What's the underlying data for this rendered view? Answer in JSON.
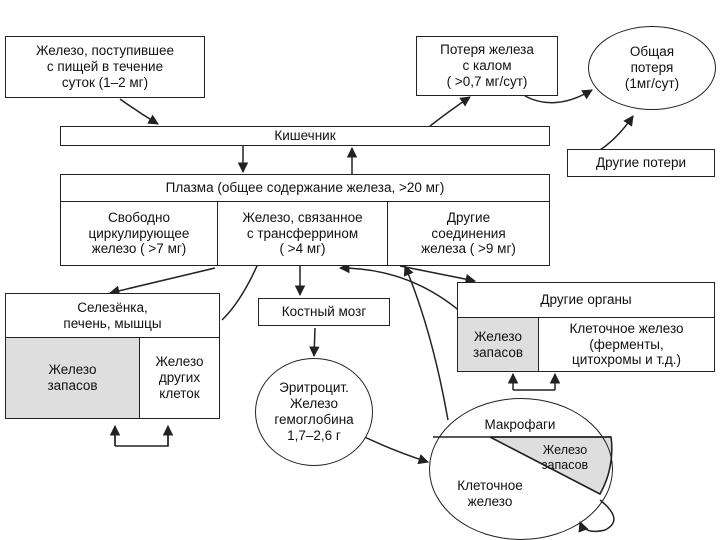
{
  "top": {
    "food_iron": "Железо, поступившее\nс пищей в течение\nсуток (1–2 мг)",
    "fecal_loss": "Потеря железа\nс калом\n( >0,7 мг/сут)",
    "total_loss": "Общая\nпотеря\n(1мг/сут)",
    "other_losses": "Другие потери"
  },
  "intestine": "Кишечник",
  "plasma": {
    "title": "Плазма (общее содержание железа, >20 мг)",
    "free": "Свободно\nциркулирующее\nжелезо ( >7 мг)",
    "transferrin": "Железо, связанное\nс трансферрином\n( >4 мг)",
    "other_compounds": "Другие\nсоединения\nжелеза ( >9 мг)"
  },
  "spleen": {
    "title": "Селезёнка,\nпечень, мышцы",
    "stores": "Железо\nзапасов",
    "other_cells": "Железо\nдругих\nклеток"
  },
  "bone_marrow": "Костный мозг",
  "erythrocyte": "Эритроцит.\nЖелезо\nгемоглобина\n1,7–2,6 г",
  "other_organs": {
    "title": "Другие  органы",
    "stores": "Железо\nзапасов",
    "cellular": "Клеточное железо\n(ферменты,\nцитохромы и т.д.)"
  },
  "macrophage": {
    "title": "Макрофаги",
    "stores": "Железо\nзапасов",
    "cellular": "Клеточное\nжелезо"
  }
}
